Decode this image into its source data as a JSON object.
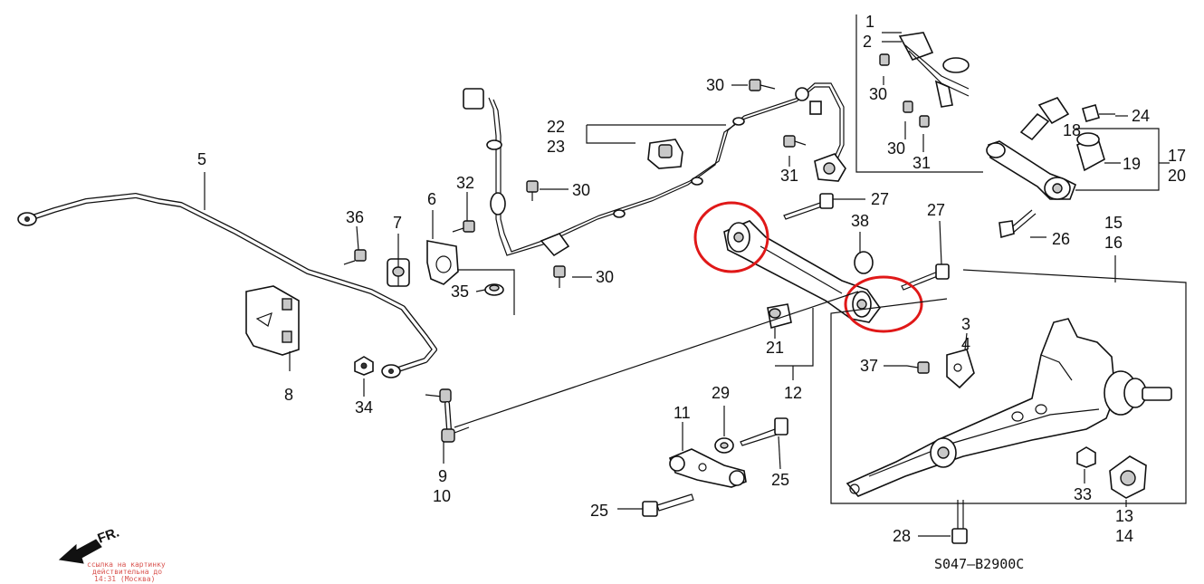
{
  "diagram": {
    "callouts": [
      {
        "id": "1",
        "label": "1"
      },
      {
        "id": "2",
        "label": "2"
      },
      {
        "id": "3",
        "label": "3"
      },
      {
        "id": "4",
        "label": "4"
      },
      {
        "id": "5",
        "label": "5"
      },
      {
        "id": "6",
        "label": "6"
      },
      {
        "id": "7",
        "label": "7"
      },
      {
        "id": "8",
        "label": "8"
      },
      {
        "id": "9",
        "label": "9"
      },
      {
        "id": "10",
        "label": "10"
      },
      {
        "id": "11",
        "label": "11"
      },
      {
        "id": "12",
        "label": "12"
      },
      {
        "id": "13",
        "label": "13"
      },
      {
        "id": "14",
        "label": "14"
      },
      {
        "id": "15",
        "label": "15"
      },
      {
        "id": "16",
        "label": "16"
      },
      {
        "id": "17",
        "label": "17"
      },
      {
        "id": "18",
        "label": "18"
      },
      {
        "id": "19",
        "label": "19"
      },
      {
        "id": "20",
        "label": "20"
      },
      {
        "id": "21",
        "label": "21"
      },
      {
        "id": "22",
        "label": "22"
      },
      {
        "id": "23",
        "label": "23"
      },
      {
        "id": "24",
        "label": "24"
      },
      {
        "id": "25a",
        "label": "25"
      },
      {
        "id": "25b",
        "label": "25"
      },
      {
        "id": "26",
        "label": "26"
      },
      {
        "id": "27a",
        "label": "27"
      },
      {
        "id": "27b",
        "label": "27"
      },
      {
        "id": "28",
        "label": "28"
      },
      {
        "id": "29",
        "label": "29"
      },
      {
        "id": "30a",
        "label": "30"
      },
      {
        "id": "30b",
        "label": "30"
      },
      {
        "id": "30c",
        "label": "30"
      },
      {
        "id": "30d",
        "label": "30"
      },
      {
        "id": "30e",
        "label": "30"
      },
      {
        "id": "31a",
        "label": "31"
      },
      {
        "id": "31b",
        "label": "31"
      },
      {
        "id": "32",
        "label": "32"
      },
      {
        "id": "33",
        "label": "33"
      },
      {
        "id": "34",
        "label": "34"
      },
      {
        "id": "35",
        "label": "35"
      },
      {
        "id": "36",
        "label": "36"
      },
      {
        "id": "37",
        "label": "37"
      },
      {
        "id": "38",
        "label": "38"
      }
    ],
    "drawing_code": "S047–B2900C",
    "direction_label": "FR.",
    "watermark_lines": [
      "ссылка на картинку",
      "действительна до",
      "14:31 (Москва)"
    ],
    "highlight_color": "#e01818"
  }
}
